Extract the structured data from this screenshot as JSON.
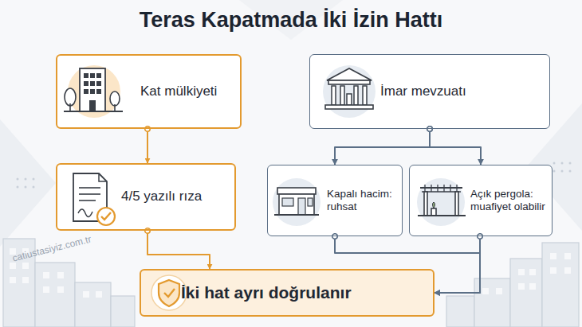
{
  "diagram": {
    "title": "Teras Kapatmada İki İzin Hattı",
    "nodes": [
      {
        "text": [
          "Kat mülkiyeti"
        ]
      },
      {
        "text": [
          "İmar mevzuatı"
        ]
      },
      {
        "text": [
          "4/5 yazılı rıza"
        ]
      },
      {
        "text": [
          "Kapalı hacim: ruhsat"
        ]
      },
      {
        "text": [
          "Açık pergola: muafiyet olabilir"
        ]
      },
      {
        "text": [
          "İki hat ayrı doğrulanır"
        ]
      }
    ],
    "edges": [
      {
        "from": 0,
        "to": 2,
        "arrow": "to"
      },
      {
        "from": 2,
        "to": 5,
        "arrow": "to"
      },
      {
        "from": 1,
        "to": 3,
        "arrow": "to"
      },
      {
        "from": 1,
        "to": 4,
        "arrow": "to"
      },
      {
        "from": 3,
        "to": 5,
        "arrow": "to"
      },
      {
        "from": 4,
        "to": 5,
        "arrow": "to"
      }
    ],
    "labels": [
      "catiustasiyiz.com.tr"
    ]
  }
}
